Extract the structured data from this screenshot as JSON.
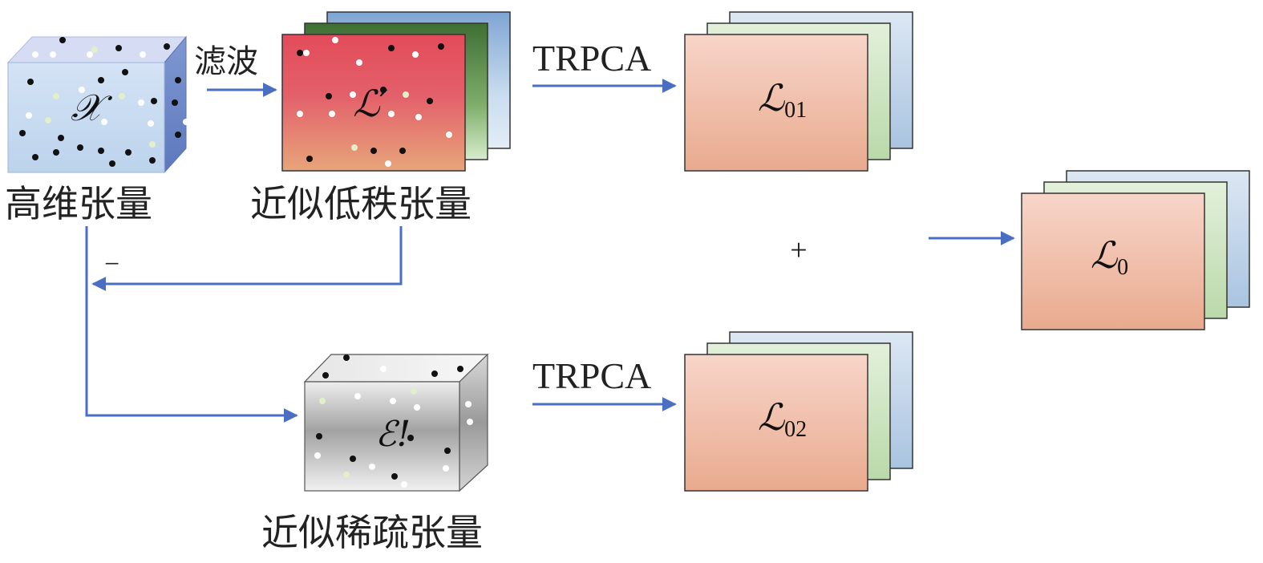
{
  "labels": {
    "high_dim_tensor": "高维张量",
    "filter": "滤波",
    "approx_low_rank_tensor": "近似低秩张量",
    "approx_sparse_tensor": "近似稀疏张量",
    "trpca_top": "TRPCA",
    "trpca_bottom": "TRPCA",
    "minus": "−",
    "plus": "+"
  },
  "symbols": {
    "x": "𝒳",
    "l_prime": "ℒ′",
    "e_prime": "ℰ!",
    "l01_main": "ℒ",
    "l01_sub": "01",
    "l02_main": "ℒ",
    "l02_sub": "02",
    "l0_main": "ℒ",
    "l0_sub": "0"
  },
  "colors": {
    "arrow": "#4a6fc2",
    "cube_x_front": "#c7d9ef",
    "cube_x_top": "#d7dcf4",
    "cube_x_side": "#6f8ac9",
    "lowrank_front_top": "#e4545e",
    "lowrank_front_bottom": "#e6a078",
    "lowrank_mid": "#4c7a3a",
    "lowrank_back": "#8fb1d9",
    "sparse_front_mid": "#a8a8a8",
    "sparse_front_edge": "#f2f2f2",
    "salmon_top": "#f6d3c7",
    "salmon_bottom": "#e9ab90",
    "light_green": "#cfe6c3",
    "light_blue": "#c5d6e9"
  }
}
